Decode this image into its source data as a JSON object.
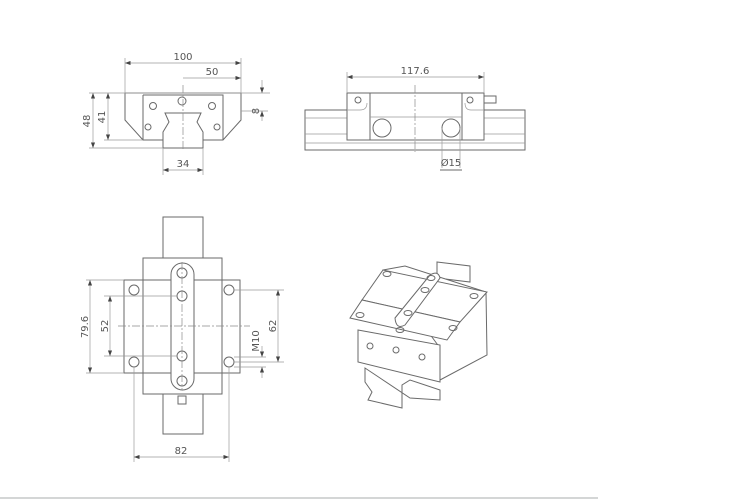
{
  "front_view": {
    "width_label": "100",
    "half_width_label": "50",
    "height_label": "48",
    "block_height_label": "41",
    "gap_label": "8",
    "rail_width_label": "34"
  },
  "side_view": {
    "length_label": "117.6",
    "hole_diameter_label": "Ø15"
  },
  "plan_view": {
    "flange_length_label": "79.6",
    "slot_hole_pitch_label": "52",
    "hole_pitch_label": "62",
    "thread_label": "M10",
    "hole_spacing_label": "82"
  },
  "colors": {
    "line": "#6a6a6a",
    "rule": "#d4d6d6"
  }
}
